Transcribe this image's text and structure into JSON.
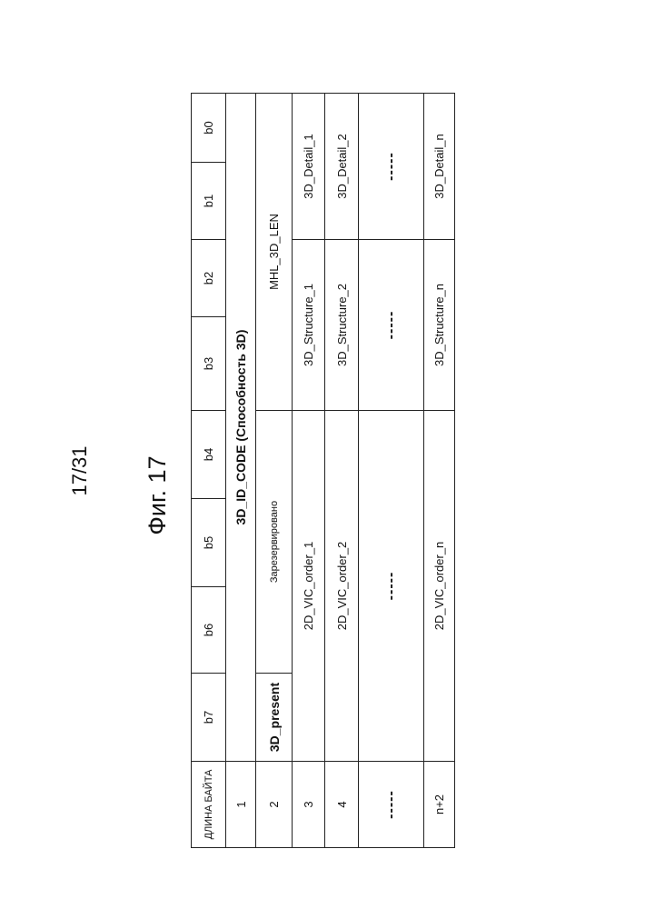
{
  "page_number": "17/31",
  "figure_title": "Фиг. 17",
  "table": {
    "header": [
      "ДЛИНА БАЙТА",
      "b7",
      "b6",
      "b5",
      "b4",
      "b3",
      "b2",
      "b1",
      "b0"
    ],
    "row1": {
      "len": "1",
      "content": "3D_ID_CODE (Способность 3D)"
    },
    "row2": {
      "len": "2",
      "present": "3D_present",
      "reserved": "Зарезервировано",
      "mhl": "MHL_3D_LEN"
    },
    "row3": {
      "len": "3",
      "vic": "2D_VIC_order_1",
      "structure": "3D_Structure_1",
      "detail": "3D_Detail_1"
    },
    "row4": {
      "len": "4",
      "vic": "2D_VIC_order_2",
      "structure": "3D_Structure_2",
      "detail": "3D_Detail_2"
    },
    "row5": {
      "len": "-----",
      "vic": "-----",
      "structure": "-----",
      "detail": "-----"
    },
    "row6": {
      "len": "n+2",
      "vic": "2D_VIC_order_n",
      "structure": "3D_Structure_n",
      "detail": "3D_Detail_n"
    }
  }
}
